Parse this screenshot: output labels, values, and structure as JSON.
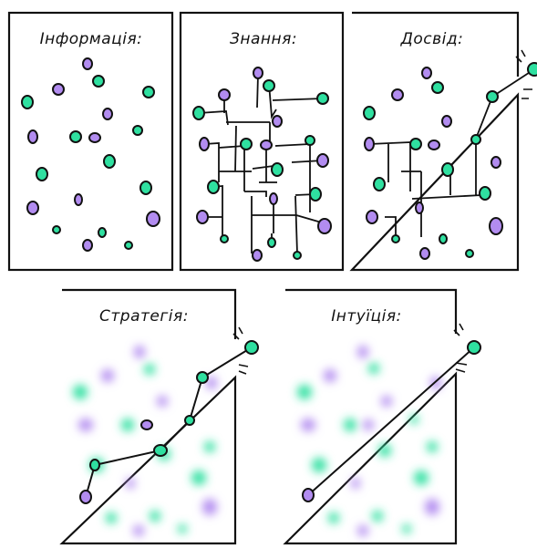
{
  "panels": [
    {
      "id": "information",
      "title": "Інформація:"
    },
    {
      "id": "knowledge",
      "title": "Знання:"
    },
    {
      "id": "experience",
      "title": "Досвід:"
    },
    {
      "id": "strategy",
      "title": "Стратегія:"
    },
    {
      "id": "intuition",
      "title": "Інтуїція:"
    }
  ],
  "colors": {
    "green": "#2fe0a0",
    "purple": "#b28cf0",
    "ink": "#111111"
  }
}
